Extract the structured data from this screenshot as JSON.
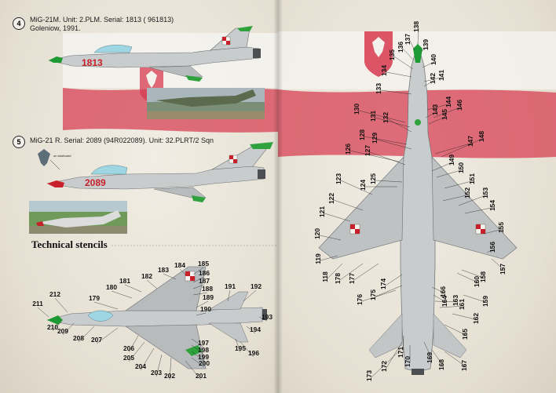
{
  "profiles": [
    {
      "number": "4",
      "caption_line1": "MiG-21M. Unit: 2.PLM. Serial: 1813 ( 961813)",
      "caption_line2": "Goleniow, 1991.",
      "serial": "1813"
    },
    {
      "number": "5",
      "caption_line1": "MiG-21 R. Serial: 2089 (94R022089). Unit: 32.PLRT/2 Sqn",
      "serial": "2089",
      "tail_note": "on starboard"
    }
  ],
  "stencils_title": "Technical stencils",
  "colors": {
    "flag_red": "#d73a4f",
    "camo_green": "#2fa23e",
    "aircraft_grey": "#c9cccd",
    "marking_red": "#c8202a",
    "nose_green": "#1e9a34"
  },
  "callouts_bottom": [
    "185",
    "184",
    "183",
    "186",
    "187",
    "188",
    "182",
    "181",
    "180",
    "179",
    "189",
    "190",
    "191",
    "192",
    "193",
    "194",
    "195",
    "196",
    "197",
    "198",
    "199",
    "200",
    "201",
    "202",
    "203",
    "204",
    "205",
    "206",
    "207",
    "208",
    "209",
    "210",
    "211",
    "212"
  ],
  "callouts_right": [
    "138",
    "137",
    "136",
    "135",
    "139",
    "140",
    "134",
    "141",
    "142",
    "133",
    "144",
    "146",
    "143",
    "145",
    "130",
    "131",
    "132",
    "128",
    "129",
    "126",
    "127",
    "147",
    "148",
    "123",
    "124",
    "125",
    "149",
    "150",
    "151",
    "152",
    "122",
    "153",
    "154",
    "121",
    "155",
    "120",
    "119",
    "156",
    "157",
    "118",
    "178",
    "177",
    "174",
    "176",
    "175",
    "166",
    "164",
    "163",
    "161",
    "160",
    "158",
    "159",
    "162",
    "165",
    "173",
    "172",
    "171",
    "170",
    "169",
    "168",
    "167"
  ]
}
